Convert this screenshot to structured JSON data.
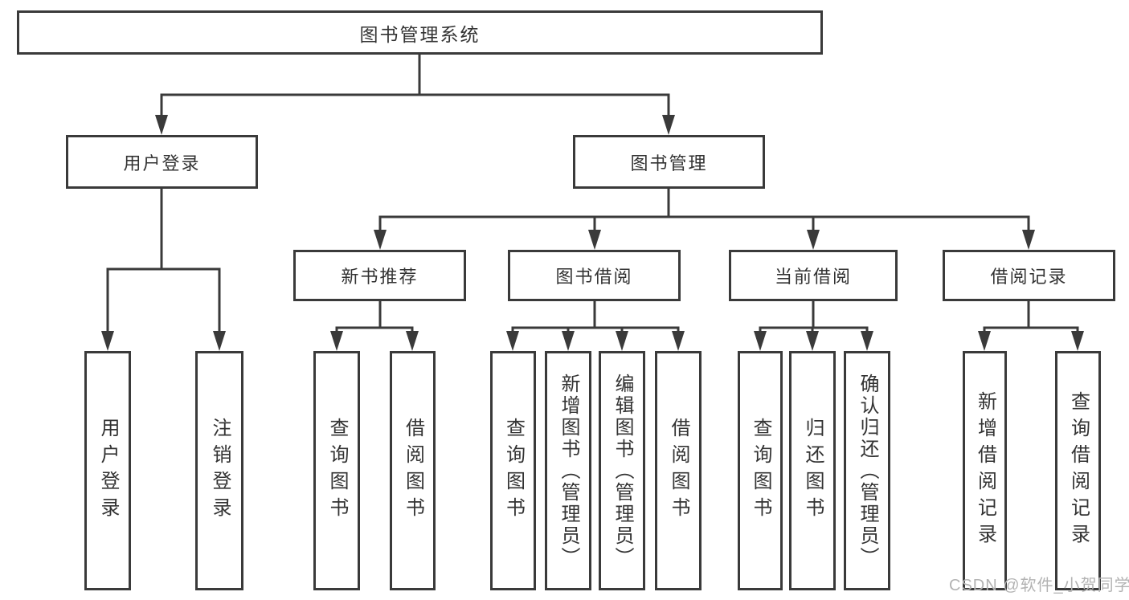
{
  "diagram": {
    "type": "hierarchy-tree",
    "watermark": {
      "text": "CSDN @软件_小贺同学"
    },
    "colors": {
      "background": "#ffffff",
      "line": "#3a3a3a",
      "box_border": "#3a3a3a",
      "text": "#333333",
      "watermark_text": "#b3b3b3"
    },
    "tree": {
      "label": "图书管理系统",
      "children": [
        {
          "label": "用户登录",
          "children": [
            {
              "label": "用户登录"
            },
            {
              "label": "注销登录"
            }
          ]
        },
        {
          "label": "图书管理",
          "children": [
            {
              "label": "新书推荐",
              "children": [
                {
                  "label": "查询图书"
                },
                {
                  "label": "借阅图书"
                }
              ]
            },
            {
              "label": "图书借阅",
              "children": [
                {
                  "label": "查询图书"
                },
                {
                  "label": "新增图书（管理员）"
                },
                {
                  "label": "编辑图书（管理员）"
                },
                {
                  "label": "借阅图书"
                }
              ]
            },
            {
              "label": "当前借阅",
              "children": [
                {
                  "label": "查询图书"
                },
                {
                  "label": "归还图书"
                },
                {
                  "label": "确认归还（管理员）"
                }
              ]
            },
            {
              "label": "借阅记录",
              "children": [
                {
                  "label": "新增借阅记录"
                },
                {
                  "label": "查询借阅记录"
                }
              ]
            }
          ]
        }
      ]
    }
  }
}
